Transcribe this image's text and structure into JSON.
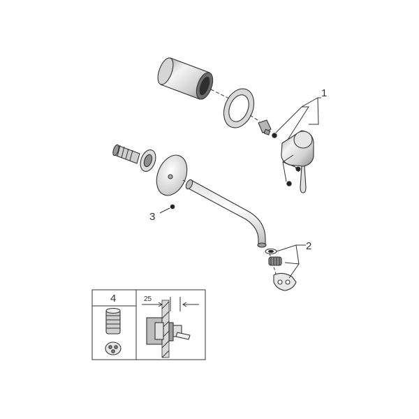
{
  "callouts": {
    "one": "1",
    "two": "2",
    "three": "3",
    "four": "4"
  },
  "inset": {
    "part_number": "4",
    "dimension": "25"
  },
  "colors": {
    "line": "#333333",
    "metal_light": "#f2f2f2",
    "metal_mid": "#c8c8c8",
    "metal_dark": "#7a7a7a",
    "wall": "#d9d9d9"
  }
}
